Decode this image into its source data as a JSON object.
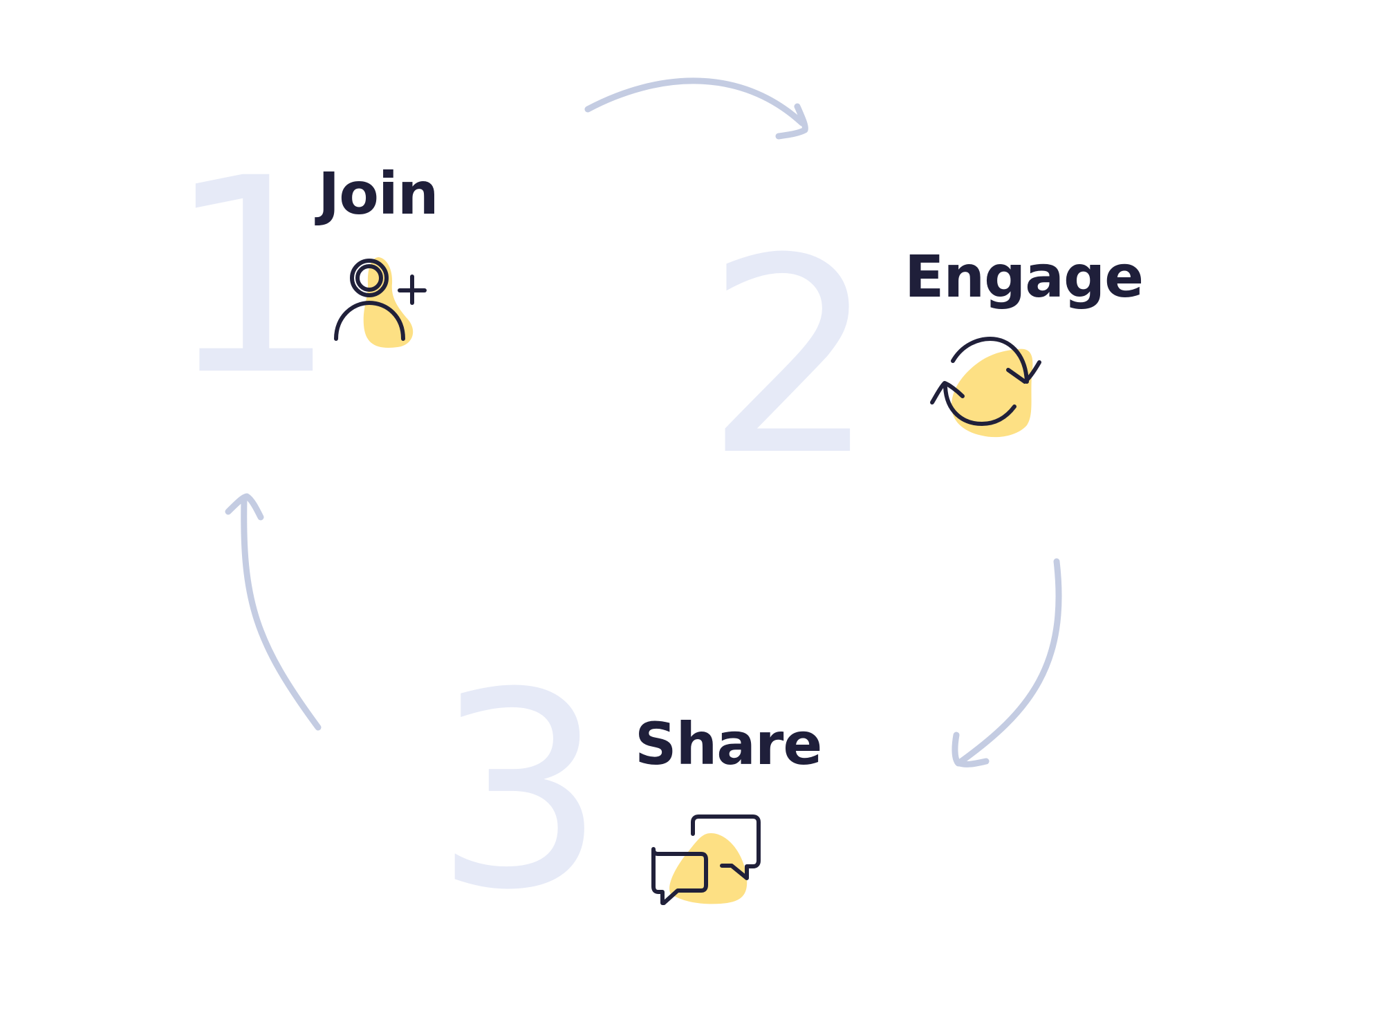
{
  "steps": [
    {
      "number": "1",
      "label": "Join",
      "icon": "add-user-icon"
    },
    {
      "number": "2",
      "label": "Engage",
      "icon": "refresh-cycle-icon"
    },
    {
      "number": "3",
      "label": "Share",
      "icon": "chat-bubbles-icon"
    }
  ],
  "colors": {
    "number": "#e6eaf7",
    "label": "#1f1f3a",
    "arrow": "#c4cce2",
    "icon_stroke": "#20203a",
    "icon_blob": "#fde084",
    "background": "#ffffff"
  }
}
